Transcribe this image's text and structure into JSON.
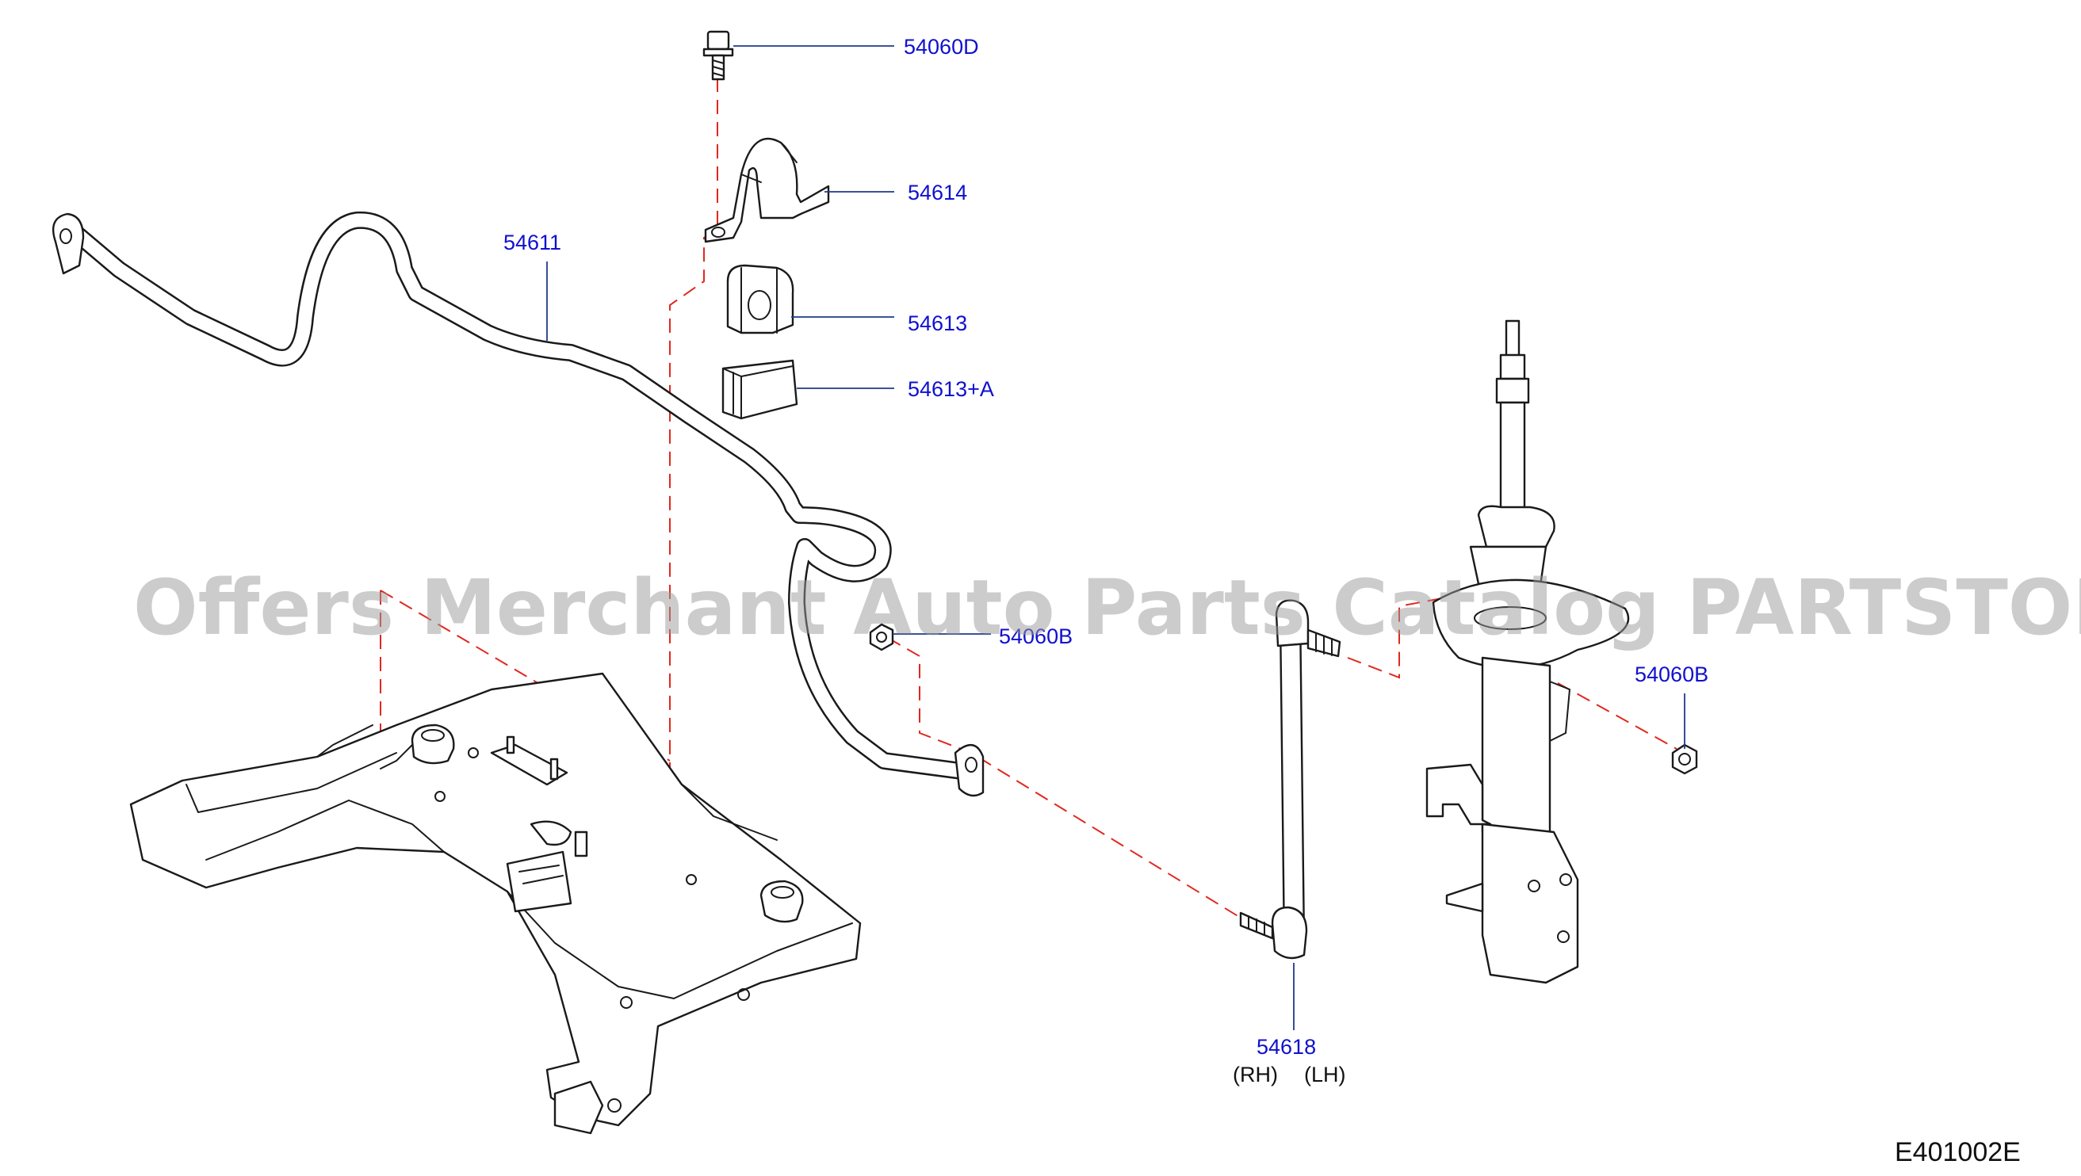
{
  "callouts": {
    "bolt_54060D": "54060D",
    "clamp_54614": "54614",
    "bushing_54613": "54613",
    "bushing_54613A": "54613+A",
    "stabilizer_bar_54611": "54611",
    "nut_54060B_upper": "54060B",
    "nut_54060B_right": "54060B",
    "link_54618": "54618"
  },
  "link_notes": {
    "rh": "(RH)",
    "lh": "(LH)"
  },
  "diagram_code": "E401002E",
  "watermark": "Offers Merchant Auto Parts Catalog PARTSTORE.SA",
  "colors": {
    "callout": "#1010d0",
    "leader": "#1f3a8a",
    "dashed_guide": "#e0281e",
    "outline": "#1a1a1a"
  }
}
